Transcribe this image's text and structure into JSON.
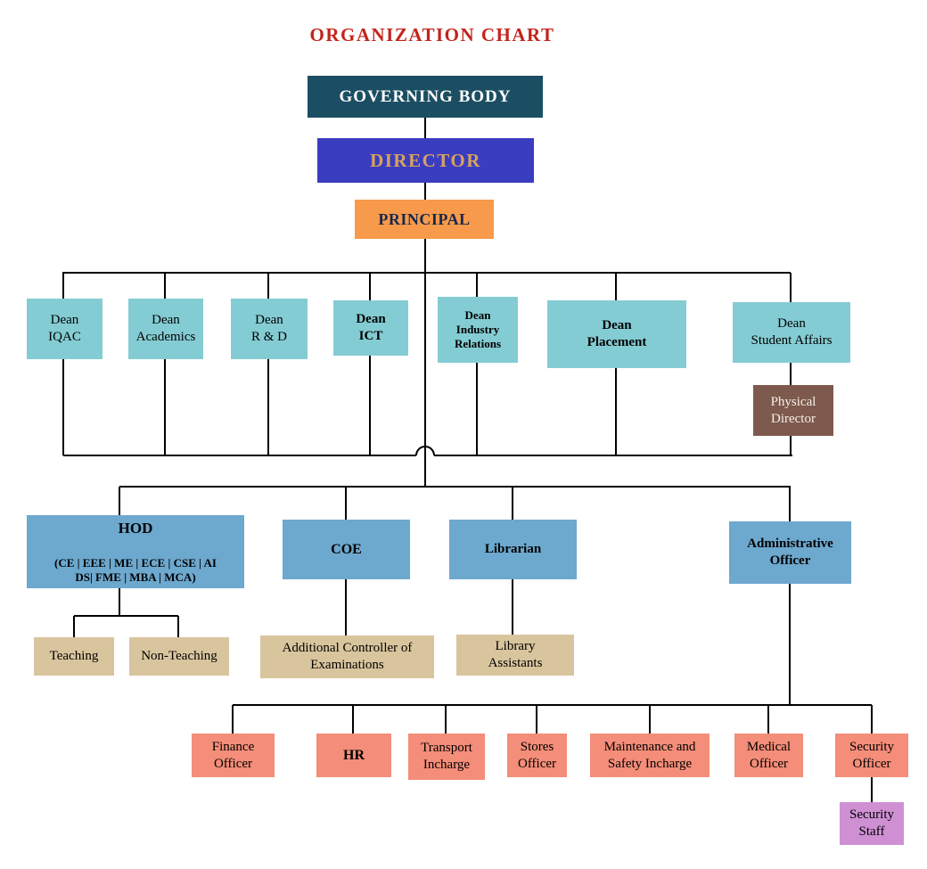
{
  "title": "ORGANIZATION CHART",
  "top": {
    "governing_body": "GOVERNING BODY",
    "director": "DIRECTOR",
    "principal": "PRINCIPAL"
  },
  "deans": {
    "iqac": "Dean\nIQAC",
    "academics": "Dean\nAcademics",
    "r_and_d": "Dean\nR & D",
    "ict": "Dean\nICT",
    "industry_relations": "Dean\nIndustry\nRelations",
    "placement": "Dean\nPlacement",
    "student_affairs": "Dean\nStudent Affairs"
  },
  "physical_director": "Physical\nDirector",
  "middle": {
    "hod_title": "HOD",
    "hod_subtitle": "(CE | EEE | ME | ECE | CSE | AI\nDS| FME | MBA | MCA)",
    "coe": "COE",
    "librarian": "Librarian",
    "admin_officer": "Administrative\nOfficer"
  },
  "support": {
    "teaching": "Teaching",
    "non_teaching": "Non-Teaching",
    "addl_controller": "Additional Controller of\nExaminations",
    "library_assistants": "Library\nAssistants"
  },
  "admin_units": {
    "finance": "Finance\nOfficer",
    "hr": "HR",
    "transport": "Transport\nIncharge",
    "stores": "Stores\nOfficer",
    "maintenance": "Maintenance and\nSafety Incharge",
    "medical": "Medical\nOfficer",
    "security": "Security\nOfficer",
    "security_staff": "Security\nStaff"
  },
  "colors": {
    "title_text": "#c2251c",
    "governing_body_bg": "#1c4e63",
    "director_bg": "#3a3dc0",
    "director_text": "#d8a35c",
    "principal_bg": "#f79a4b",
    "dean_bg": "#84ccd3",
    "physical_director_bg": "#7d5a4d",
    "officer_bg": "#6da8ce",
    "support_bg": "#d9c59d",
    "admin_unit_bg": "#f48d79",
    "security_staff_bg": "#cf90d3",
    "connector_line": "#000000"
  }
}
